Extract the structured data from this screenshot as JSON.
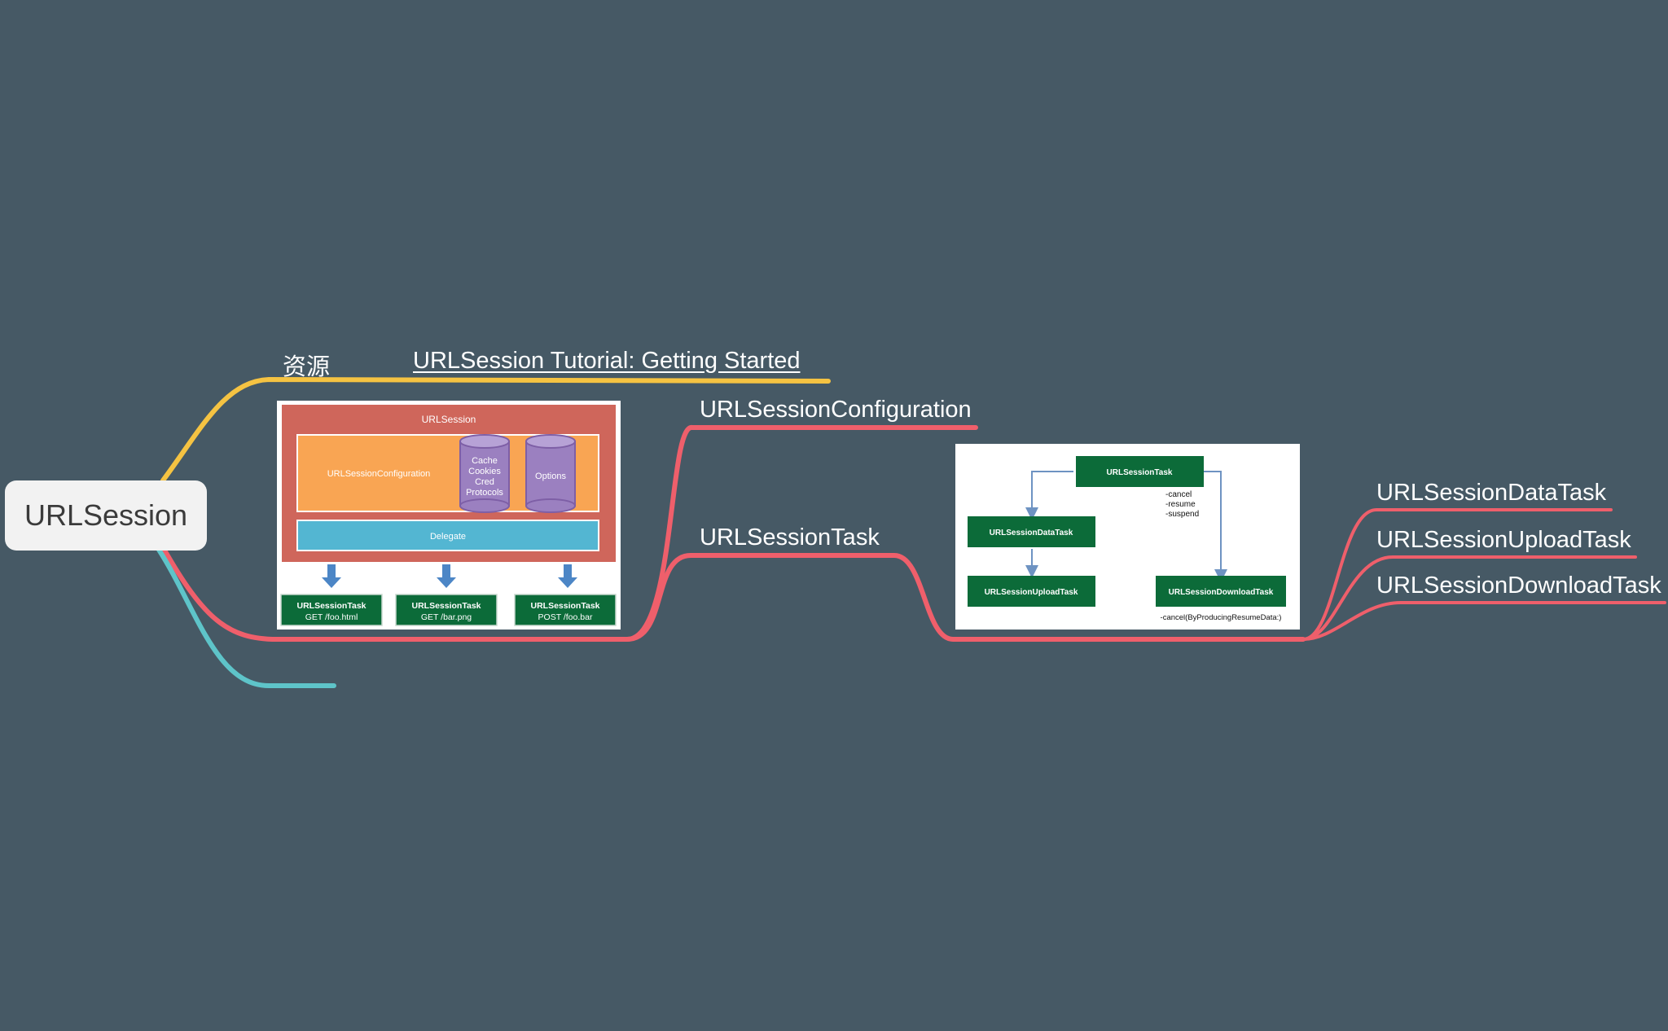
{
  "root": {
    "label": "URLSession"
  },
  "branches": {
    "resources": {
      "label": "资源",
      "link": "URLSession Tutorial: Getting Started",
      "color": "#f5c342"
    },
    "configuration": {
      "label": "URLSessionConfiguration",
      "color": "#ef5f6b"
    },
    "task": {
      "label": "URLSessionTask",
      "color": "#ef5f6b",
      "children": [
        {
          "label": "URLSessionDataTask"
        },
        {
          "label": "URLSessionUploadTask"
        },
        {
          "label": "URLSessionDownloadTask"
        }
      ]
    },
    "empty_branch_color": "#5ec4c9"
  },
  "architecture_image": {
    "title": "URLSession",
    "config_label": "URLSessionConfiguration",
    "cylinder_cache": [
      "Cache",
      "Cookies",
      "Cred",
      "Protocols"
    ],
    "cylinder_options": "Options",
    "delegate": "Delegate",
    "tasks": [
      {
        "name": "URLSessionTask",
        "request": "GET /foo.html"
      },
      {
        "name": "URLSessionTask",
        "request": "GET /bar.png"
      },
      {
        "name": "URLSessionTask",
        "request": "POST /foo.bar"
      }
    ],
    "colors": {
      "outer": "#cf665b",
      "config": "#f9a553",
      "cylinder": "#9b80c0",
      "delegate": "#53b6d2",
      "arrow": "#4c86c6",
      "task": "#0c6b39"
    }
  },
  "hierarchy_image": {
    "root": "URLSessionTask",
    "root_methods": [
      "-cancel",
      "-resume",
      "-suspend"
    ],
    "data_task": "URLSessionDataTask",
    "upload_task": "URLSessionUploadTask",
    "download_task": "URLSessionDownloadTask",
    "download_method": "-cancel(ByProducingResumeData:)",
    "colors": {
      "box": "#0c6b39",
      "line": "#6e93c2"
    }
  }
}
